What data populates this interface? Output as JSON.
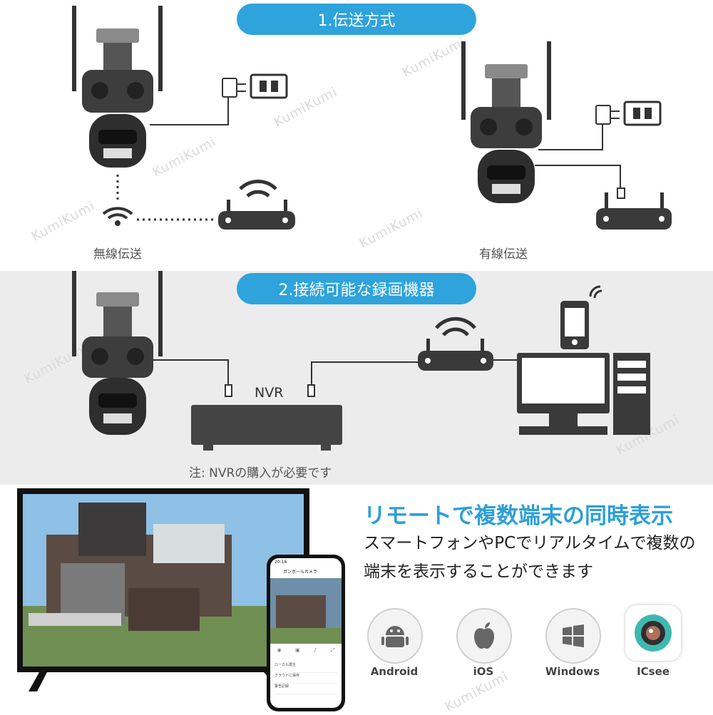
{
  "section1": {
    "badge": "1.伝送方式",
    "wireless_label": "無線伝送",
    "wired_label": "有線伝送"
  },
  "section2": {
    "badge": "2.接続可能な録画機器",
    "nvr_label": "NVR",
    "note": "注: NVRの購入が必要です"
  },
  "remote": {
    "headline": "リモートで複数端末の同時表示",
    "body": "スマートフォンやPCでリアルタイムで複数の端末を表示することができます"
  },
  "platforms": [
    {
      "label": "Android",
      "icon": "android-icon"
    },
    {
      "label": "iOS",
      "icon": "apple-icon"
    },
    {
      "label": "Windows",
      "icon": "windows-icon"
    },
    {
      "label": "ICsee",
      "icon": "icsee-app-icon"
    }
  ],
  "phone": {
    "time": "20:16",
    "title": "ガンボールカメラ",
    "menu": [
      "ローカル再生",
      "クラウドに保存",
      "警告記録"
    ]
  },
  "watermark": "KumiKumi",
  "colors": {
    "accent": "#2ea3dc",
    "headline": "#2d9fd6",
    "device": "#3d3d3d"
  }
}
